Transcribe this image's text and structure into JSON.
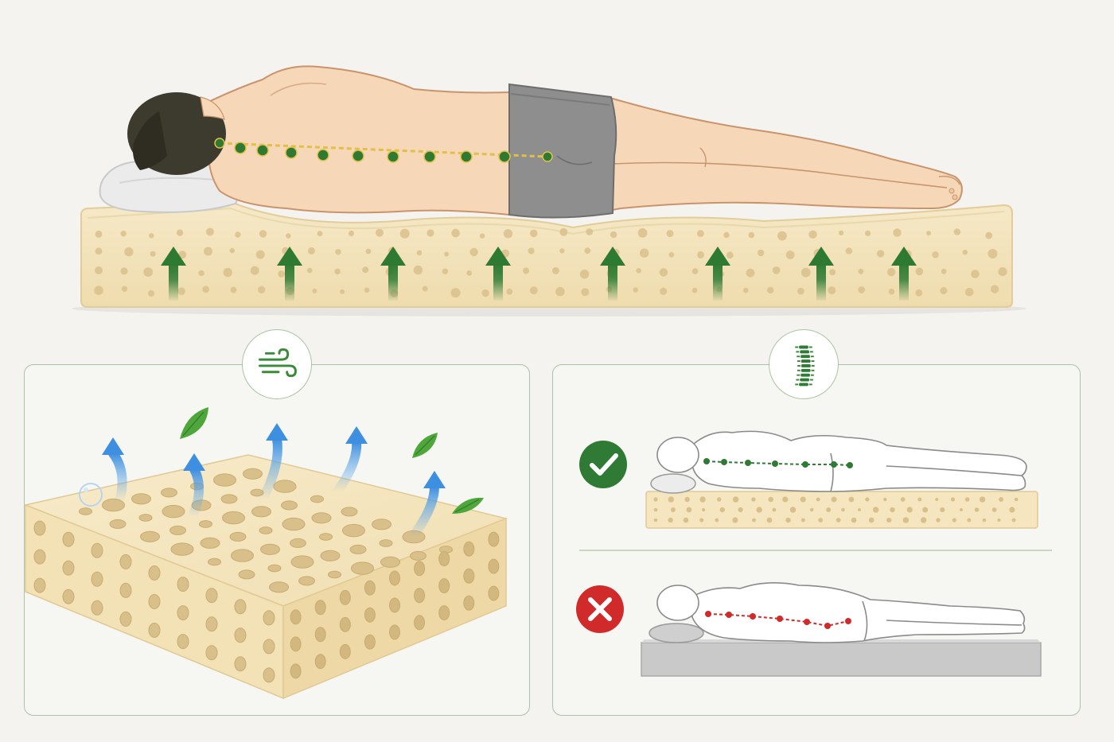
{
  "colors": {
    "background": "#f4f3ef",
    "latex_face": "#f4e6c2",
    "latex_side": "#efdcad",
    "latex_hole": "#d9c08b",
    "skin": "#f6d8b8",
    "skin_outline": "#c9946b",
    "hair": "#3d3a2e",
    "shorts": "#8e8e8e",
    "pillow": "#e6e6e6",
    "support_green": "#2e7a32",
    "panel_border": "#a9c4a2",
    "air_blue": "#5fa6e6",
    "leaf_green": "#4fa63a",
    "good_green": "#2f7a34",
    "bad_red": "#d12a2a",
    "hard_mattress": "#c9c9c9"
  },
  "icons": {
    "hero": [
      "pillow-icon",
      "spine-alignment-icon",
      "support-arrow-icon"
    ],
    "badges": [
      "airflow-icon",
      "spine-icon"
    ],
    "compare": [
      "check-circle-icon",
      "x-circle-icon"
    ],
    "breathability": [
      "air-arrow-icon",
      "leaf-icon",
      "bubble-icon"
    ]
  },
  "compare": {
    "good": {
      "result": "correct",
      "mattress": "latex",
      "spine": "straight"
    },
    "bad": {
      "result": "incorrect",
      "mattress": "hard",
      "spine": "curved"
    }
  }
}
